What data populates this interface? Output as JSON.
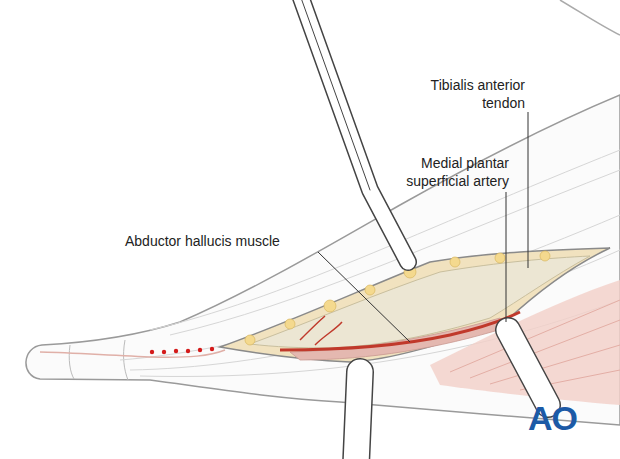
{
  "diagram": {
    "labels": [
      "Tibialis anterior tendon",
      "Medial plantar superficial artery",
      "Abductor hallucis muscle",
      "AO"
    ]
  }
}
